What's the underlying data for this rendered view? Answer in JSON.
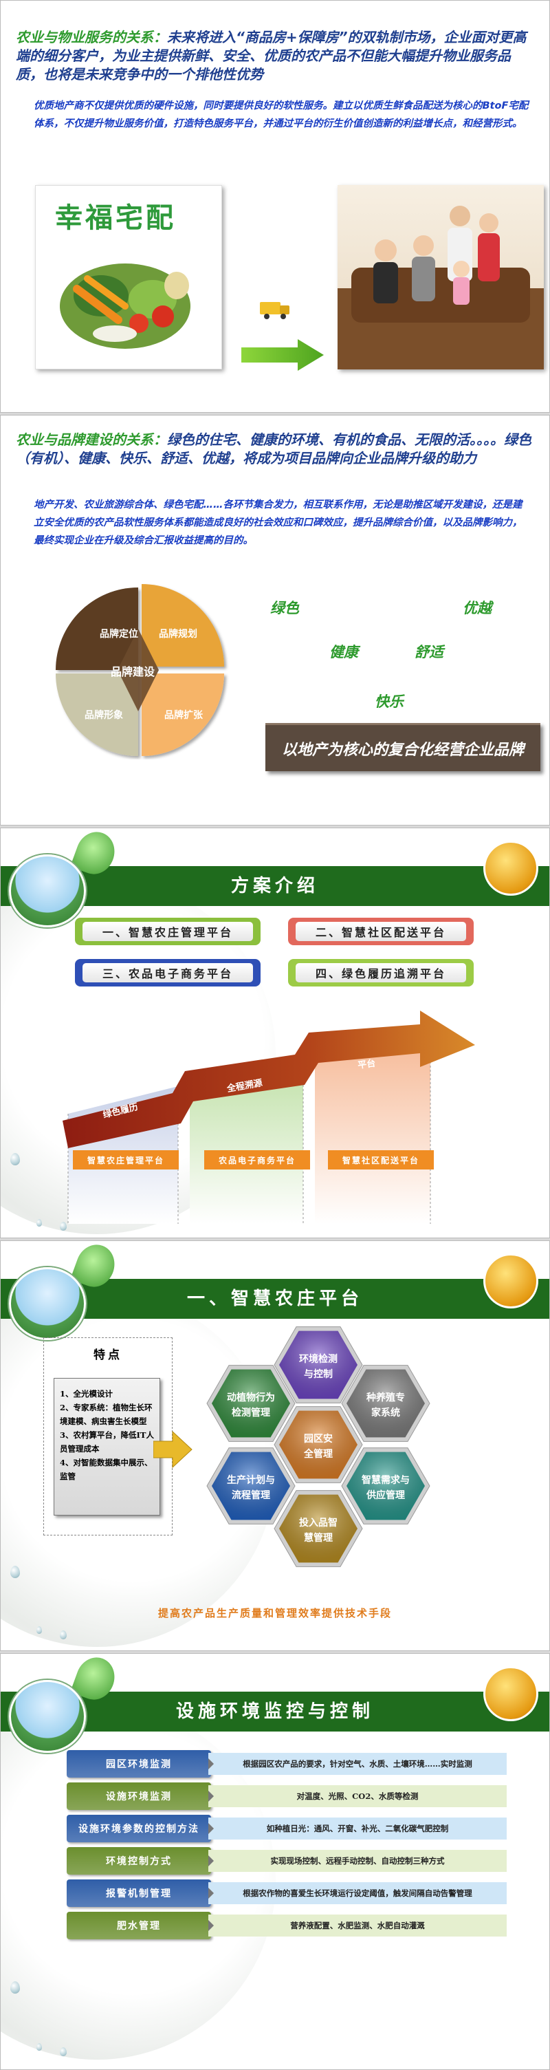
{
  "slide1": {
    "lead_highlight": "农业与物业服务的关系：",
    "lead_rest": "未来将进入“商品房+保障房”的双轨制市场，企业面对更高端的细分客户，为业主提供新鲜、安全、优质的农产品不但能大幅提升物业服务品质，也将是未来竞争中的一个排他性优势",
    "body": "优质地产商不仅提供优质的硬件设施，同时要提供良好的软性服务。建立以优质生鲜食品配送为核心的BtoF宅配体系，不仅提升物业服务价值，打造特色服务平台，并通过平台的衍生价值创造新的利益增长点，和经营形式。",
    "brand_sign": "幸福宅配"
  },
  "slide2": {
    "lead_highlight": "农业与品牌建设的关系：",
    "lead_rest": "绿色的住宅、健康的环境、有机的食品、无限的活。。。。绿色（有机）、健康、快乐、舒适、优越，将成为项目品牌向企业品牌升级的助力",
    "body": "地产开发、农业旅游综合体、绿色宅配……各环节集合发力，相互联系作用，无论是助推区域开发建设，还是建立安全优质的农产品软性服务体系都能造成良好的社会效应和口碑效应，提升品牌综合价值，以及品牌影响力，最终实现企业在升级及综合汇报收益提高的目的。",
    "pie": {
      "center": "品牌建设",
      "q1": "品牌定位",
      "q2": "品牌规划",
      "q3": "品牌形象",
      "q4": "品牌扩张",
      "colors": [
        "#5c3d24",
        "#e8a437",
        "#c9c6a9",
        "#f6b468"
      ]
    },
    "keywords": [
      "绿色",
      "优越",
      "健康",
      "舒适",
      "快乐"
    ],
    "banner": "以地产为核心的复合化经营企业品牌"
  },
  "slide3": {
    "title": "方案介绍",
    "pills": [
      {
        "label": "一、智慧农庄管理平台",
        "color": "#8bbf3d"
      },
      {
        "label": "二、智慧社区配送平台",
        "color": "#e2685c"
      },
      {
        "label": "三、农品电子商务平台",
        "color": "#2e4fb6"
      },
      {
        "label": "四、绿色履历追溯平台",
        "color": "#9ccb46"
      }
    ],
    "steps": [
      "绿色履历",
      "全程溯源",
      "平台"
    ],
    "bottom_labels": [
      "智慧农庄管理平台",
      "农品电子商务平台",
      "智慧社区配送平台"
    ]
  },
  "slide4": {
    "title": "一、智慧农庄平台",
    "feature_title": "特点",
    "features": [
      "1、全光模设计",
      "2、专家系统：植物生长环境建模、病虫害生长模型",
      "3、农村算平台，降低IT人员管理成本",
      "4、对智能数据集中展示、监管"
    ],
    "hexes": [
      {
        "label": "环境检测与控制",
        "color": "#6b43c2"
      },
      {
        "label": "动植物行为检测管理",
        "color": "#2e8a3a"
      },
      {
        "label": "种养殖专家系统",
        "color": "#7a7a7a"
      },
      {
        "label": "园区安全管理",
        "color": "#d97a22"
      },
      {
        "label": "生产计划与流程管理",
        "color": "#1f5fbf"
      },
      {
        "label": "智慧需求与供应管理",
        "color": "#23958a"
      },
      {
        "label": "投入品智慧管理",
        "color": "#b58a1e"
      }
    ],
    "caption": "提高农产品生产质量和管理效率提供技术手段"
  },
  "slide5": {
    "title": "设施环境监控与控制",
    "rows": [
      {
        "label": "园区环境监测",
        "value": "根据园区农产品的要求，针对空气、水质、土壤环境……实时监测",
        "lab_color": "#2f5ea8",
        "val_color": "#cfe6f7"
      },
      {
        "label": "设施环境监测",
        "value": "对温度、光照、CO2、水质等检测",
        "lab_color": "#6b8f2e",
        "val_color": "#e5efcf"
      },
      {
        "label": "设施环境参数的控制方法",
        "value": "如种植日光：通风、开窗、补光、二氧化碳气肥控制",
        "lab_color": "#2f5ea8",
        "val_color": "#cfe6f7"
      },
      {
        "label": "环境控制方式",
        "value": "实现现场控制、远程手动控制、自动控制三种方式",
        "lab_color": "#6b8f2e",
        "val_color": "#e5efcf"
      },
      {
        "label": "报警机制管理",
        "value": "根据农作物的喜爱生长环境运行设定阈值，触发间隔自动告警管理",
        "lab_color": "#2f5ea8",
        "val_color": "#cfe6f7"
      },
      {
        "label": "肥水管理",
        "value": "营养液配置、水肥监测、水肥自动灌溉",
        "lab_color": "#6b8f2e",
        "val_color": "#e5efcf"
      }
    ]
  }
}
